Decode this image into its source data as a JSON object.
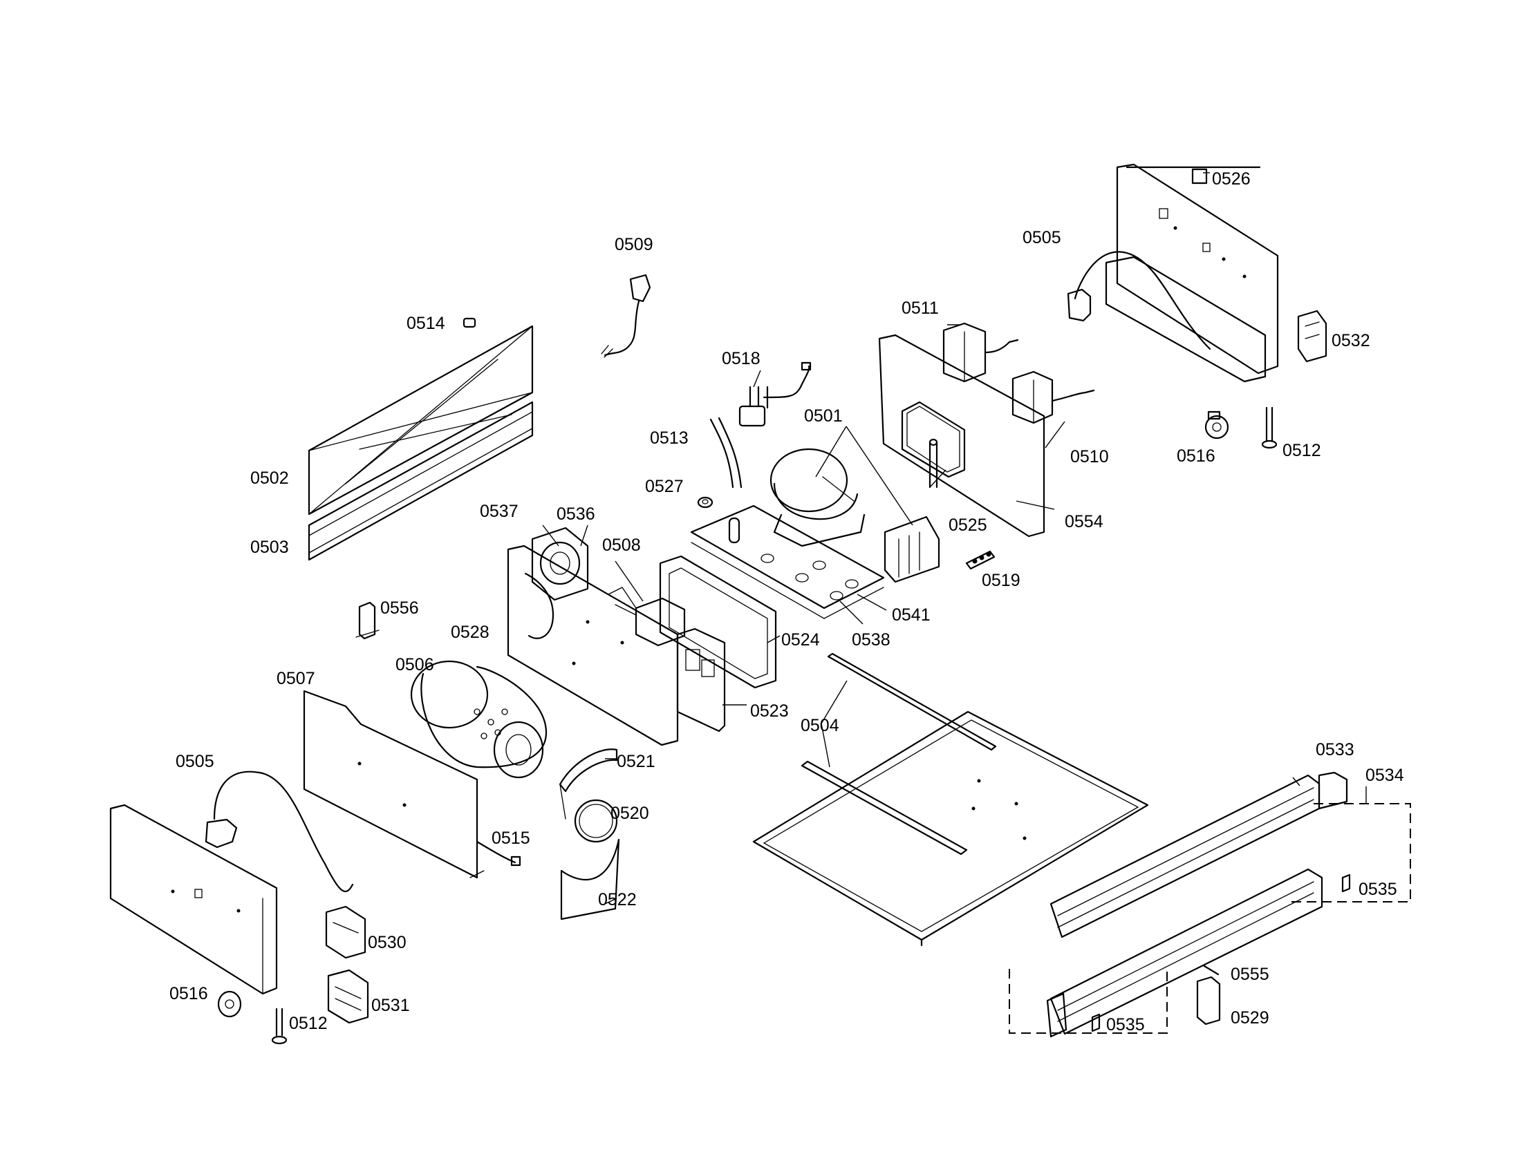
{
  "callouts": {
    "p0501": "0501",
    "p0502": "0502",
    "p0503": "0503",
    "p0504": "0504",
    "p0505": "0505",
    "p0506": "0506",
    "p0507": "0507",
    "p0508": "0508",
    "p0509": "0509",
    "p0510": "0510",
    "p0511": "0511",
    "p0512": "0512",
    "p0513": "0513",
    "p0514": "0514",
    "p0515": "0515",
    "p0516": "0516",
    "p0518": "0518",
    "p0519": "0519",
    "p0520": "0520",
    "p0521": "0521",
    "p0522": "0522",
    "p0523": "0523",
    "p0524": "0524",
    "p0525": "0525",
    "p0526": "0526",
    "p0527": "0527",
    "p0528": "0528",
    "p0529": "0529",
    "p0530": "0530",
    "p0531": "0531",
    "p0532": "0532",
    "p0533": "0533",
    "p0534": "0534",
    "p0535": "0535",
    "p0536": "0536",
    "p0537": "0537",
    "p0538": "0538",
    "p0541": "0541",
    "p0554": "0554",
    "p0555": "0555",
    "p0556": "0556"
  }
}
